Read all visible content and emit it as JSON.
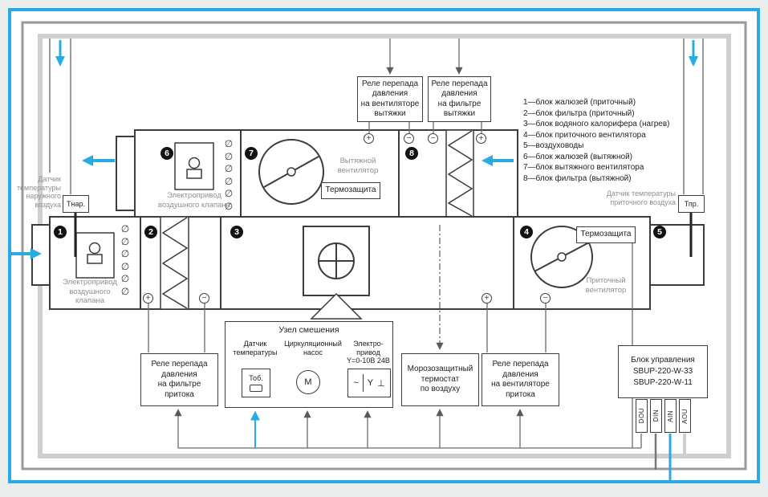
{
  "colors": {
    "accent": "#29abe2",
    "frame_mid": "#9a9a9a",
    "frame_light": "#cfcfcf",
    "stroke": "#3c3c3c",
    "muted_text": "#8f8f8f"
  },
  "icons": {
    "damper": "∅"
  },
  "terminals_sym": {
    "plus": "+",
    "minus": "−"
  },
  "blocks": [
    "1",
    "2",
    "3",
    "4",
    "5",
    "6",
    "7",
    "8"
  ],
  "legend": [
    "1—блок жалюзей (приточный)",
    "2—блок фильтра (приточный)",
    "3—блок водяного калорифера (нагрев)",
    "4—блок приточного вентилятора",
    "5—воздуховоды",
    "6—блок жалюзей (вытяжной)",
    "7—блок вытяжного вентилятора",
    "8—блок фильтра (вытяжной)"
  ],
  "top_relays": {
    "fan_pressure": "Реле перепада\nдавления\nна вентиляторе\nвытяжки",
    "filter_pressure": "Реле перепада\nдавления\nна фильтре\nвытяжки"
  },
  "exhaust": {
    "actuator": "Электропривод\nвоздушного клапана",
    "fan": "Вытяжной\nвентилятор",
    "thermal": "Термозащита"
  },
  "supply": {
    "actuator": "Электропривод\nвоздушного\nклапана",
    "fan": "Приточный\nвентилятор",
    "thermal": "Термозащита"
  },
  "sensors": {
    "outdoor_label": "Датчик\nтемпературы\nнаружного\nвоздуха",
    "outdoor_tag": "Тнар.",
    "supply_label": "Датчик температуры\nприточного воздуха",
    "supply_tag": "Тпр."
  },
  "mixing": {
    "title": "Узел смешения",
    "temp_sensor_label": "Датчик\nтемпературы",
    "temp_tag": "Тоб.",
    "pump_label": "Циркуляционный\nнасос",
    "pump_symbol": "М",
    "actuator_label": "Электро-\nпривод\nY=0-10В 24В",
    "sym_ac": "~",
    "sym_y": "Y",
    "sym_gnd": "⊥"
  },
  "bottom_boxes": {
    "supply_filter_relay": "Реле перепада\nдавления\nна фильтре\nпритока",
    "frost_thermostat": "Морозозащитный\nтермостат\nпо воздуху",
    "supply_fan_relay": "Реле перепада\nдавления\nна вентиляторе\nпритока"
  },
  "controller": {
    "title": "Блок управления",
    "model_1": "SBUP-220-W-33",
    "model_2": "SBUP-220-W-11",
    "terminals": [
      "DOU",
      "DIN",
      "AIN",
      "AOU"
    ]
  }
}
